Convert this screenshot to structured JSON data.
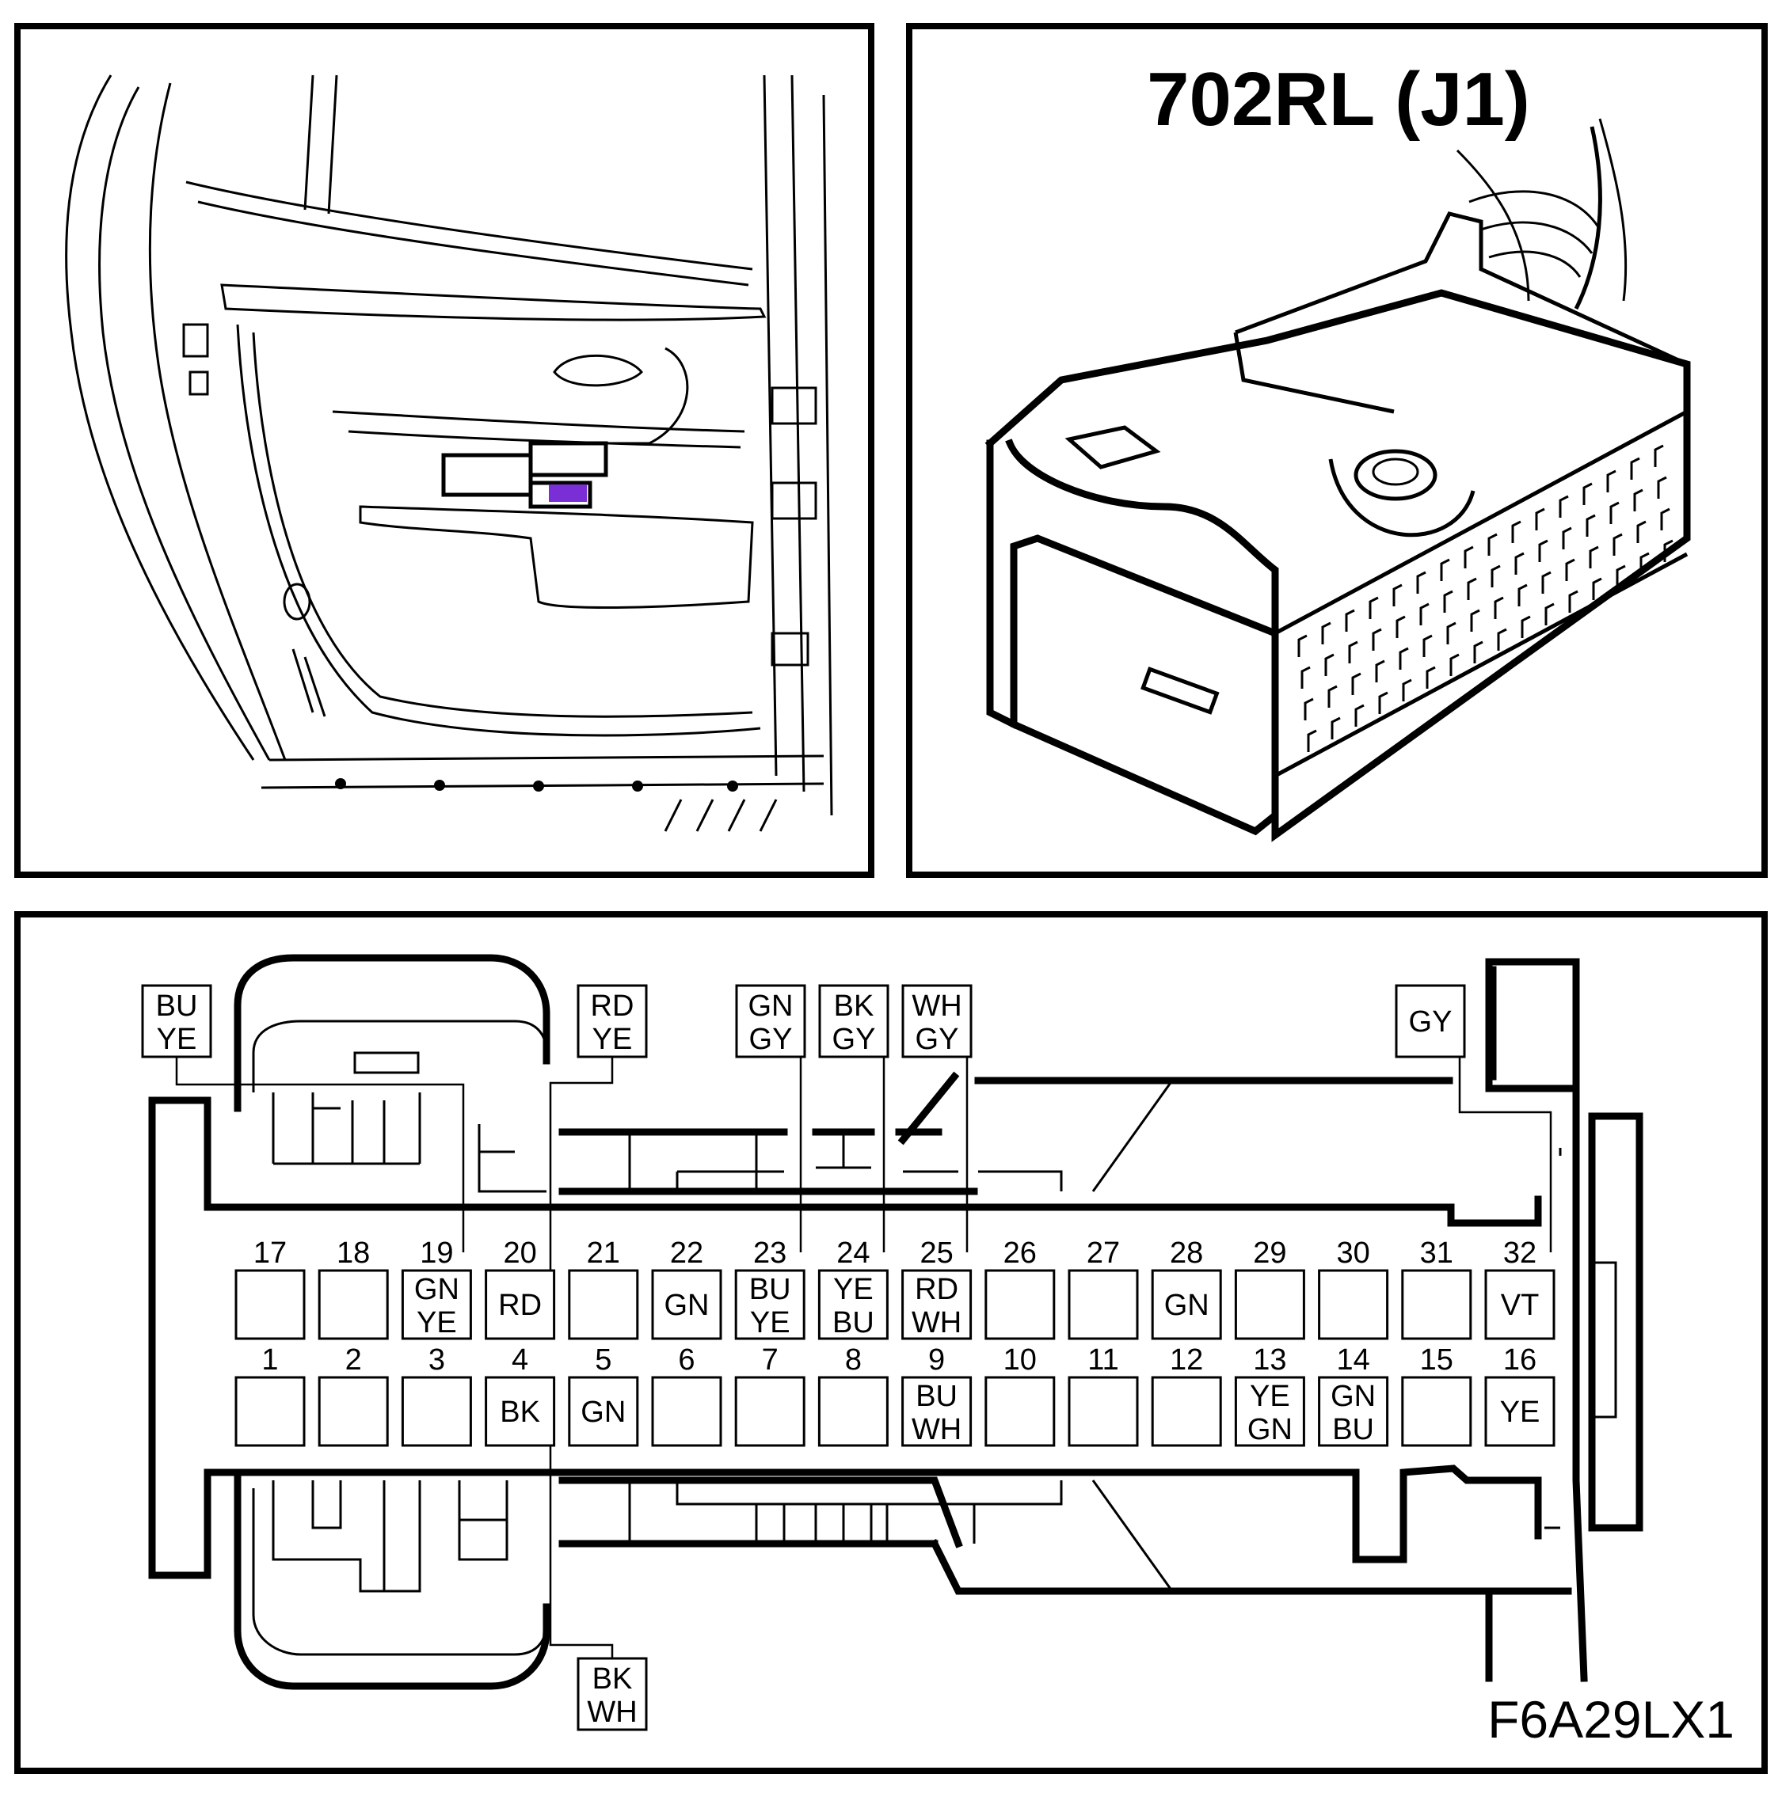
{
  "connector": {
    "title": "702RL (J1)"
  },
  "figure_code": "F6A29LX1",
  "pins_top": [
    {
      "num": "17",
      "wire": []
    },
    {
      "num": "18",
      "wire": []
    },
    {
      "num": "19",
      "wire": [
        "GN",
        "YE"
      ]
    },
    {
      "num": "20",
      "wire": [
        "RD"
      ]
    },
    {
      "num": "21",
      "wire": []
    },
    {
      "num": "22",
      "wire": [
        "GN"
      ]
    },
    {
      "num": "23",
      "wire": [
        "BU",
        "YE"
      ]
    },
    {
      "num": "24",
      "wire": [
        "YE",
        "BU"
      ]
    },
    {
      "num": "25",
      "wire": [
        "RD",
        "WH"
      ]
    },
    {
      "num": "26",
      "wire": []
    },
    {
      "num": "27",
      "wire": []
    },
    {
      "num": "28",
      "wire": [
        "GN"
      ]
    },
    {
      "num": "29",
      "wire": []
    },
    {
      "num": "30",
      "wire": []
    },
    {
      "num": "31",
      "wire": []
    },
    {
      "num": "32",
      "wire": [
        "VT"
      ]
    }
  ],
  "pins_bottom": [
    {
      "num": "1",
      "wire": []
    },
    {
      "num": "2",
      "wire": []
    },
    {
      "num": "3",
      "wire": []
    },
    {
      "num": "4",
      "wire": [
        "BK"
      ]
    },
    {
      "num": "5",
      "wire": [
        "GN"
      ]
    },
    {
      "num": "6",
      "wire": []
    },
    {
      "num": "7",
      "wire": []
    },
    {
      "num": "8",
      "wire": []
    },
    {
      "num": "9",
      "wire": [
        "BU",
        "WH"
      ]
    },
    {
      "num": "10",
      "wire": []
    },
    {
      "num": "11",
      "wire": []
    },
    {
      "num": "12",
      "wire": []
    },
    {
      "num": "13",
      "wire": [
        "YE",
        "GN"
      ]
    },
    {
      "num": "14",
      "wire": [
        "GN",
        "BU"
      ]
    },
    {
      "num": "15",
      "wire": []
    },
    {
      "num": "16",
      "wire": [
        "YE"
      ]
    }
  ],
  "callouts": [
    {
      "id": "bu-ye",
      "lines": [
        "BU",
        "YE"
      ]
    },
    {
      "id": "rd-ye",
      "lines": [
        "RD",
        "YE"
      ]
    },
    {
      "id": "gn-gy",
      "lines": [
        "GN",
        "GY"
      ]
    },
    {
      "id": "bk-gy",
      "lines": [
        "BK",
        "GY"
      ]
    },
    {
      "id": "wh-gy",
      "lines": [
        "WH",
        "GY"
      ]
    },
    {
      "id": "gy",
      "lines": [
        "GY"
      ]
    },
    {
      "id": "bk-wh",
      "lines": [
        "BK",
        "WH"
      ]
    }
  ],
  "colors": {
    "highlight": "#7a2fd6",
    "line": "#000000",
    "background": "#ffffff"
  }
}
